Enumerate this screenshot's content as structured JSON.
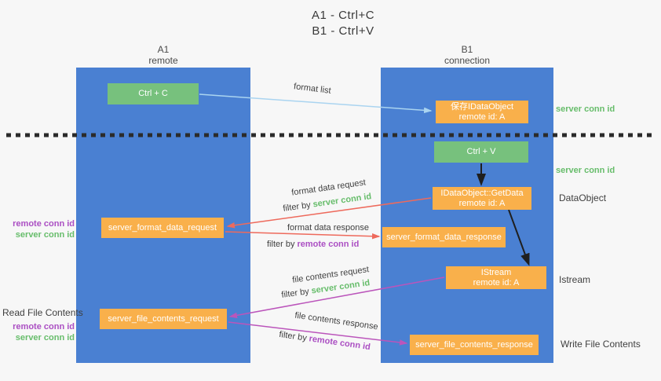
{
  "title": {
    "line1": "A1 - Ctrl+C",
    "line2": "B1 - Ctrl+V"
  },
  "lanes": {
    "left": {
      "name": "A1",
      "role": "remote"
    },
    "right": {
      "name": "B1",
      "role": "connection"
    }
  },
  "nodes": {
    "ctrl_c": {
      "label": "Ctrl + C"
    },
    "save_idataobject": {
      "line1": "保存IDataObject",
      "line2": "remote id: A"
    },
    "ctrl_v": {
      "label": "Ctrl + V"
    },
    "getdata": {
      "line1": "IDataObject::GetData",
      "line2": "remote id: A"
    },
    "server_format_data_request": {
      "label": "server_format_data_request"
    },
    "server_format_data_response": {
      "label": "server_format_data_response"
    },
    "istream": {
      "line1": "IStream",
      "line2": "remote id: A"
    },
    "server_file_contents_request": {
      "label": "server_file_contents_request"
    },
    "server_file_contents_response": {
      "label": "server_file_contents_response"
    }
  },
  "edge_labels": {
    "format_list": "format list",
    "format_data_request": "format data request",
    "format_data_response": "format data response",
    "file_contents_request": "file contents request",
    "file_contents_response": "file contents response",
    "filter_by": "filter by",
    "server_conn_id": "server conn id",
    "remote_conn_id": "remote conn id"
  },
  "annotations": {
    "server_conn_id_right_top": "server conn id",
    "server_conn_id_right_mid": "server conn id",
    "dataobject": "DataObject",
    "istream": "Istream",
    "read_file_contents": "Read File Contents",
    "write_file_contents": "Write File Contents",
    "remote_conn_id_left_top": "remote conn id",
    "server_conn_id_left_top": "server conn id",
    "remote_conn_id_left_bottom": "remote conn id",
    "server_conn_id_left_bottom": "server conn id"
  },
  "colors": {
    "background": "#f7f7f7",
    "lane_blue": "#4a80d2",
    "box_green": "#77c17d",
    "box_orange": "#f9b04b",
    "arrow_lightblue": "#aad4f0",
    "arrow_red": "#ee6a5c",
    "arrow_magenta": "#bb55bb",
    "arrow_black": "#1f1f1f",
    "text_green": "#67bd6b",
    "text_purple": "#ab4fc3"
  }
}
